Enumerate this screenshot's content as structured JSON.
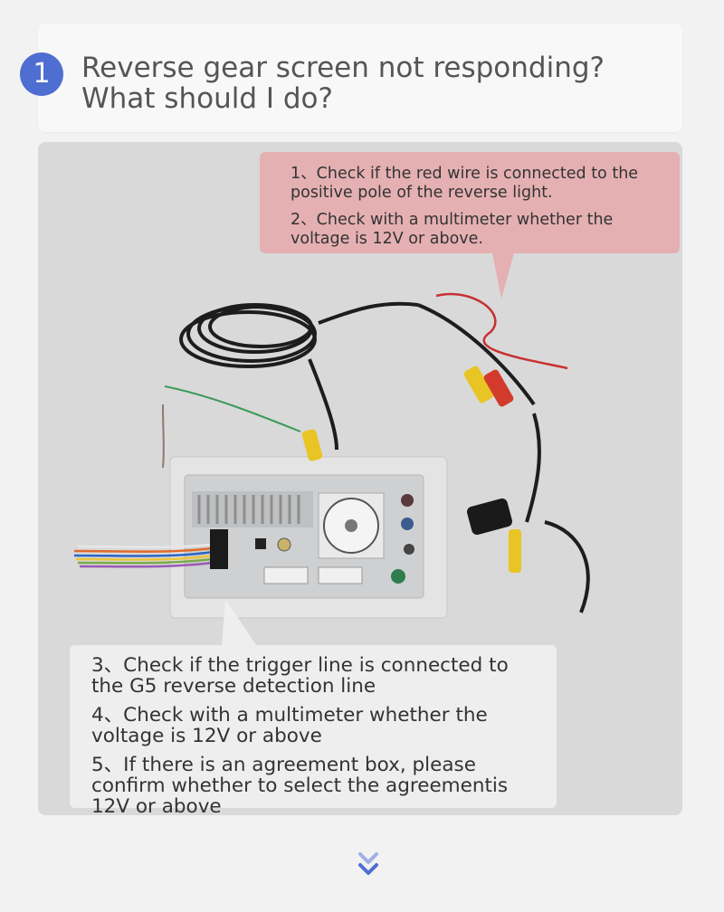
{
  "header": {
    "step_number": "1",
    "title_line1": "Reverse gear screen not responding?",
    "title_line2": "What should I do?"
  },
  "bubble_top": {
    "items": [
      "1、Check if the red wire is connected to the positive pole of the reverse light.",
      "2、Check with a multimeter whether the voltage is 12V or above."
    ]
  },
  "bubble_bottom": {
    "items": [
      "3、Check if the trigger line is connected to the G5 reverse detection line",
      "4、Check with a multimeter whether the voltage is 12V or above",
      "5、If there is an agreement box, please confirm whether to select the agreementis 12V or above"
    ]
  },
  "colors": {
    "accent": "#4f6ed1",
    "bubble_top": "#e6aeb0",
    "bubble_bottom": "#eeeeee",
    "photo_bg": "#d9d9d9"
  },
  "icons": {
    "scroll": "double-chevron-down-icon"
  }
}
